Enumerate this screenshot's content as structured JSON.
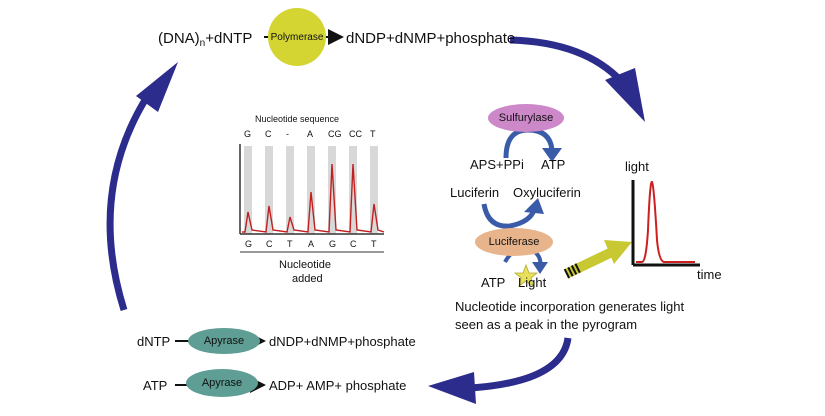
{
  "top": {
    "dna_prefix": "(DNA)",
    "dna_subscript": "n",
    "reactant_rest": "+dNTP",
    "enzyme": "Polymerase",
    "products": "dNDP+dNMP+phosphate"
  },
  "pyrogram_panel": {
    "title": "Nucleotide sequence",
    "top_labels": [
      "G",
      "C",
      "-",
      "A",
      "CG",
      "CC",
      "T"
    ],
    "bottom_labels": [
      "G",
      "C",
      "T",
      "A",
      "G",
      "C",
      "T"
    ],
    "caption_line1": "Nucleotide",
    "caption_line2": "added"
  },
  "chemistry": {
    "sulfurylase": "Sulfurylase",
    "sulfurylase_substrates": "APS+PPi",
    "sulfurylase_product": "ATP",
    "luciferin": "Luciferin",
    "oxyluciferin": "Oxyluciferin",
    "luciferase": "Luciferase",
    "atp": "ATP",
    "light": "Light"
  },
  "detector": {
    "y_label": "light",
    "x_label": "time"
  },
  "caption": {
    "line1": "Nucleotide incorporation generates light",
    "line2": "seen as a peak in the pyrogram"
  },
  "apyrase_reactions": [
    {
      "substrate": "dNTP",
      "enzyme": "Apyrase",
      "products": "dNDP+dNMP+phosphate"
    },
    {
      "substrate": "ATP",
      "enzyme": "Apyrase",
      "products": "ADP+ AMP+ phosphate"
    }
  ],
  "colors": {
    "cycle_arrow": "#2b2c8c",
    "small_arrow": "#3a5ba8",
    "polymerase": "#d4d432",
    "sulfurylase": "#cc88c8",
    "luciferase": "#e8b48c",
    "apyrase": "#5e9e94",
    "peak": "#cc1f1f",
    "light_beam": "#c8c832",
    "star": "#e8e05a"
  }
}
